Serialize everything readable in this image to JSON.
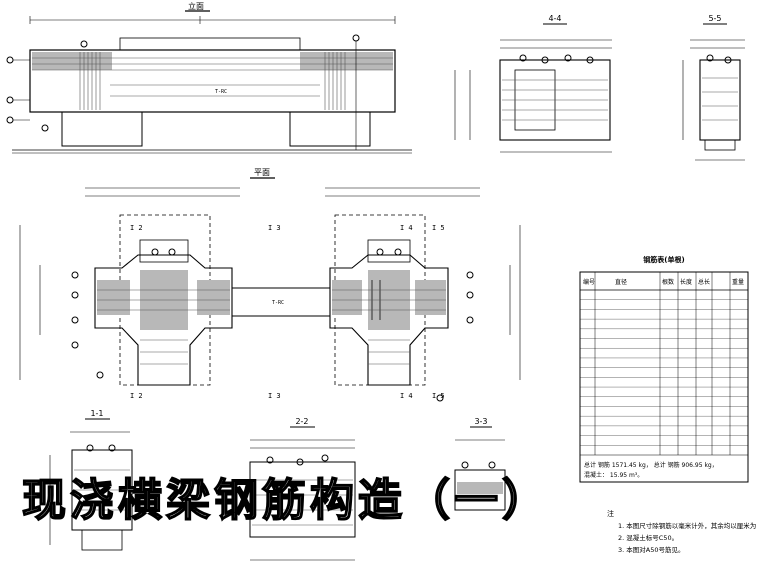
{
  "drawing": {
    "title": "现浇横梁钢筋构造（一）",
    "views": {
      "elevation": "立面",
      "plan": "平面",
      "sec11": "1-1",
      "sec22": "2-2",
      "sec33": "3-3",
      "sec44": "4-4",
      "sec55": "5-5"
    },
    "section_marks": [
      "I 2",
      "I 3",
      "I 4",
      "I 5"
    ],
    "table": {
      "title": "钢筋表(单根)",
      "headers": [
        "编号",
        "直径",
        "根数",
        "长度",
        "总长",
        "重量"
      ],
      "rows_count": 17,
      "summary_line1": "总计 钢筋 1571.45 kg， 总计 钢筋 906.95 kg，",
      "summary_line2": "混凝土： 15.95 m³。"
    },
    "notes": {
      "heading": "注",
      "items": [
        "1. 本图尺寸除钢筋以毫米计外，其余均以厘米为",
        "2. 混凝土标号C50。",
        "3. 本图对A50号筋见。"
      ]
    },
    "labels": {
      "beam_center": "T-RC",
      "plan_center": "T-RC"
    }
  }
}
